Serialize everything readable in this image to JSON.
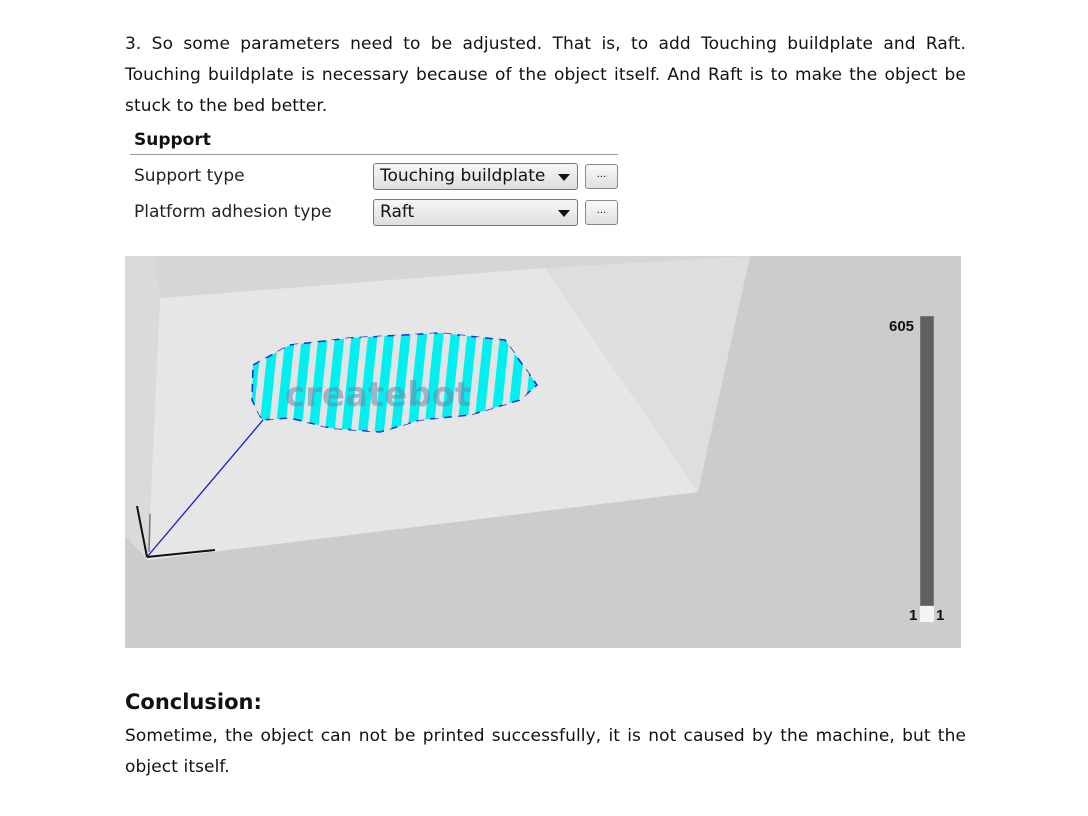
{
  "step_paragraph": "3. So some parameters need to be adjusted. That is, to add Touching buildplate and Raft. Touching buildplate is necessary because of the object itself. And Raft is to make the object be stuck to the bed better.",
  "panel": {
    "header": "Support",
    "rows": [
      {
        "label": "Support type",
        "value": "Touching buildplate",
        "button": "..."
      },
      {
        "label": "Platform adhesion type",
        "value": "Raft",
        "button": "..."
      }
    ]
  },
  "viewer": {
    "logo_text": "createbot",
    "layer_slider": {
      "max_label": "605",
      "min_label": "1",
      "current_label": "1",
      "position_fraction": 0.0
    },
    "colors": {
      "raft": "#00f0f0",
      "background": "#cccccc",
      "floor": "#e6e6e6"
    }
  },
  "conclusion": {
    "heading": "Conclusion:",
    "text": "Sometime, the object can not be printed successfully, it is not caused by the machine, but the object itself."
  }
}
